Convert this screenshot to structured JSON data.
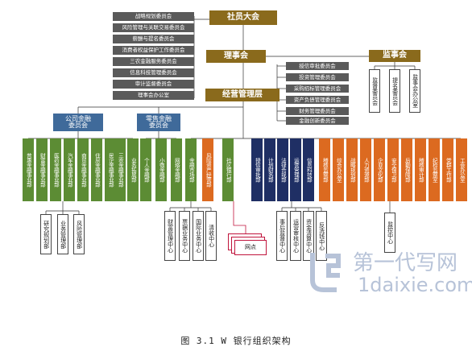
{
  "figure": {
    "caption": "图 3.1 W 银行组织架构"
  },
  "top": {
    "general_meeting": "社员大会",
    "board": "理事会",
    "supervisory": "监事会",
    "management": "经营管理层"
  },
  "board_committees": [
    "战略规划委员会",
    "风险管理与关联交易委员会",
    "薪酬与提名委员会",
    "消费者权益保护工作委员会",
    "三农金融服务委员会",
    "信息科技管理委员会",
    "审计监督委员会",
    "理事会办公室"
  ],
  "mgmt_committees": [
    "授信审批委员会",
    "投资管理委员会",
    "采购招标管理委员会",
    "资产负债管理委员会",
    "财务管理委员会",
    "金融创新委员会"
  ],
  "supervisory_committees": [
    "监督委员会",
    "提名委员会",
    "监事会办公室"
  ],
  "corporate_group": {
    "title": "公司金融委员会"
  },
  "retail_group": {
    "title": "零售金融委员会"
  },
  "corporate_depts": [
    "普惠金融事业部",
    "财富金融事业部",
    "医药金融事业部",
    "汽车金融事业部",
    "商贸金融事业部",
    "住房金融事业部",
    "民企金融事业部",
    "三农金融事业部",
    "业务拓展部"
  ],
  "corporate_subs": [
    "研究规划部",
    "业务管理部",
    "风险管理部"
  ],
  "retail_depts": [
    "个人金融部",
    "小微金融部",
    "网络金融部"
  ],
  "green_single": "金融市场部",
  "risk_dept": "风险资产经营部",
  "social_dept": "社区银行部",
  "finmarket_subs": [
    "财富管理中心",
    "票据业务中心",
    "国际业务中心"
  ],
  "risk_subs": [
    "清收中心"
  ],
  "network": "网点",
  "navy_depts": [
    "授信审批部",
    "计划财务部",
    "法律合规部",
    "运营管理部",
    "信息科技部"
  ],
  "ops_subs": [
    "事后监督中心",
    "运营审核中心",
    "资金清算中心",
    "反洗钱中心"
  ],
  "orange_depts": [
    "稽核监察部",
    "综合办公室",
    "战略规划部",
    "人力资源部",
    "企业文化部",
    "安全保卫部",
    "后勤保障部",
    "稽核审计部",
    "纪检监察室",
    "党群工作部",
    "工会办公室"
  ],
  "orange_subs": [
    "监控中心"
  ],
  "watermark": {
    "cn": "第一代写网",
    "url": "1daixie.com"
  },
  "colors": {
    "gold": "#8a6a1c",
    "gray": "#5a5a5a",
    "blue": "#3f6a9a",
    "green": "#5c8c34",
    "navy": "#1f2f64",
    "orange": "#dc6a20"
  }
}
